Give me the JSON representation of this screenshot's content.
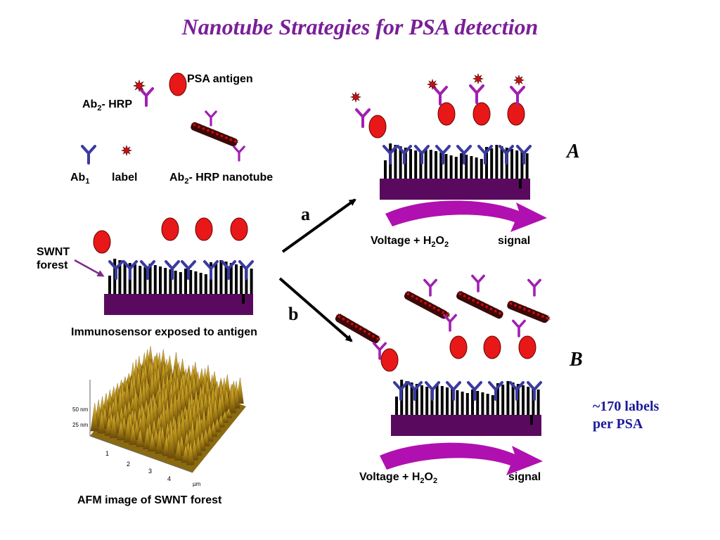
{
  "title": "Nanotube Strategies for PSA detection",
  "legend": {
    "psa_antigen": "PSA antigen",
    "ab2_hrp_pre": "Ab",
    "ab2_hrp_sub": "2",
    "ab2_hrp_post": "- HRP",
    "ab1_pre": "Ab",
    "ab1_sub": "1",
    "label": "label",
    "nano_pre": "Ab",
    "nano_sub": "2",
    "nano_post": "- HRP nanotube"
  },
  "swnt": {
    "line1": "SWNT",
    "line2": "forest"
  },
  "immunosensor_caption": "Immunosensor exposed to antigen",
  "afm": {
    "caption": "AFM image of SWNT forest",
    "z_labels": [
      "50 nm",
      "25 nm"
    ],
    "x_ticks": [
      "1",
      "2",
      "3",
      "4"
    ],
    "unit": "µm"
  },
  "paths": {
    "a": "a",
    "b": "b"
  },
  "panels": {
    "A": {
      "letter": "A",
      "voltage_pre": "Voltage + H",
      "voltage_sub1": "2",
      "voltage_mid": "O",
      "voltage_sub2": "2",
      "signal": "signal"
    },
    "B": {
      "letter": "B",
      "voltage_pre": "Voltage + H",
      "voltage_sub1": "2",
      "voltage_mid": "O",
      "voltage_sub2": "2",
      "signal": "signal"
    }
  },
  "labels_note": {
    "line1": "~170 labels",
    "line2": "per PSA"
  },
  "colors": {
    "title": "#7a1f98",
    "antibody_ab1": "#3a3aa0",
    "antibody_ab2": "#a020b0",
    "antigen": "#e81818",
    "label": "#c81010",
    "substrate": "#5a0a5e",
    "arrow": "#b010b0",
    "note": "#1a1a9a"
  }
}
